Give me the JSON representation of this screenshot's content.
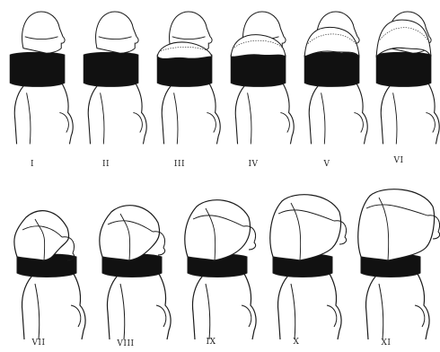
{
  "figure": {
    "ink_color": "#1a1a1a",
    "fill_color": "#ffffff",
    "collar_color": "#111111",
    "panels": [
      {
        "label": "I",
        "stage": 1
      },
      {
        "label": "II",
        "stage": 2
      },
      {
        "label": "III",
        "stage": 3
      },
      {
        "label": "IV",
        "stage": 4
      },
      {
        "label": "V",
        "stage": 5
      },
      {
        "label": "VI",
        "stage": 6
      },
      {
        "label": "VII",
        "stage": 7
      },
      {
        "label": "VIII",
        "stage": 8
      },
      {
        "label": "IX",
        "stage": 9
      },
      {
        "label": "X",
        "stage": 10
      },
      {
        "label": "XI",
        "stage": 11
      }
    ]
  }
}
